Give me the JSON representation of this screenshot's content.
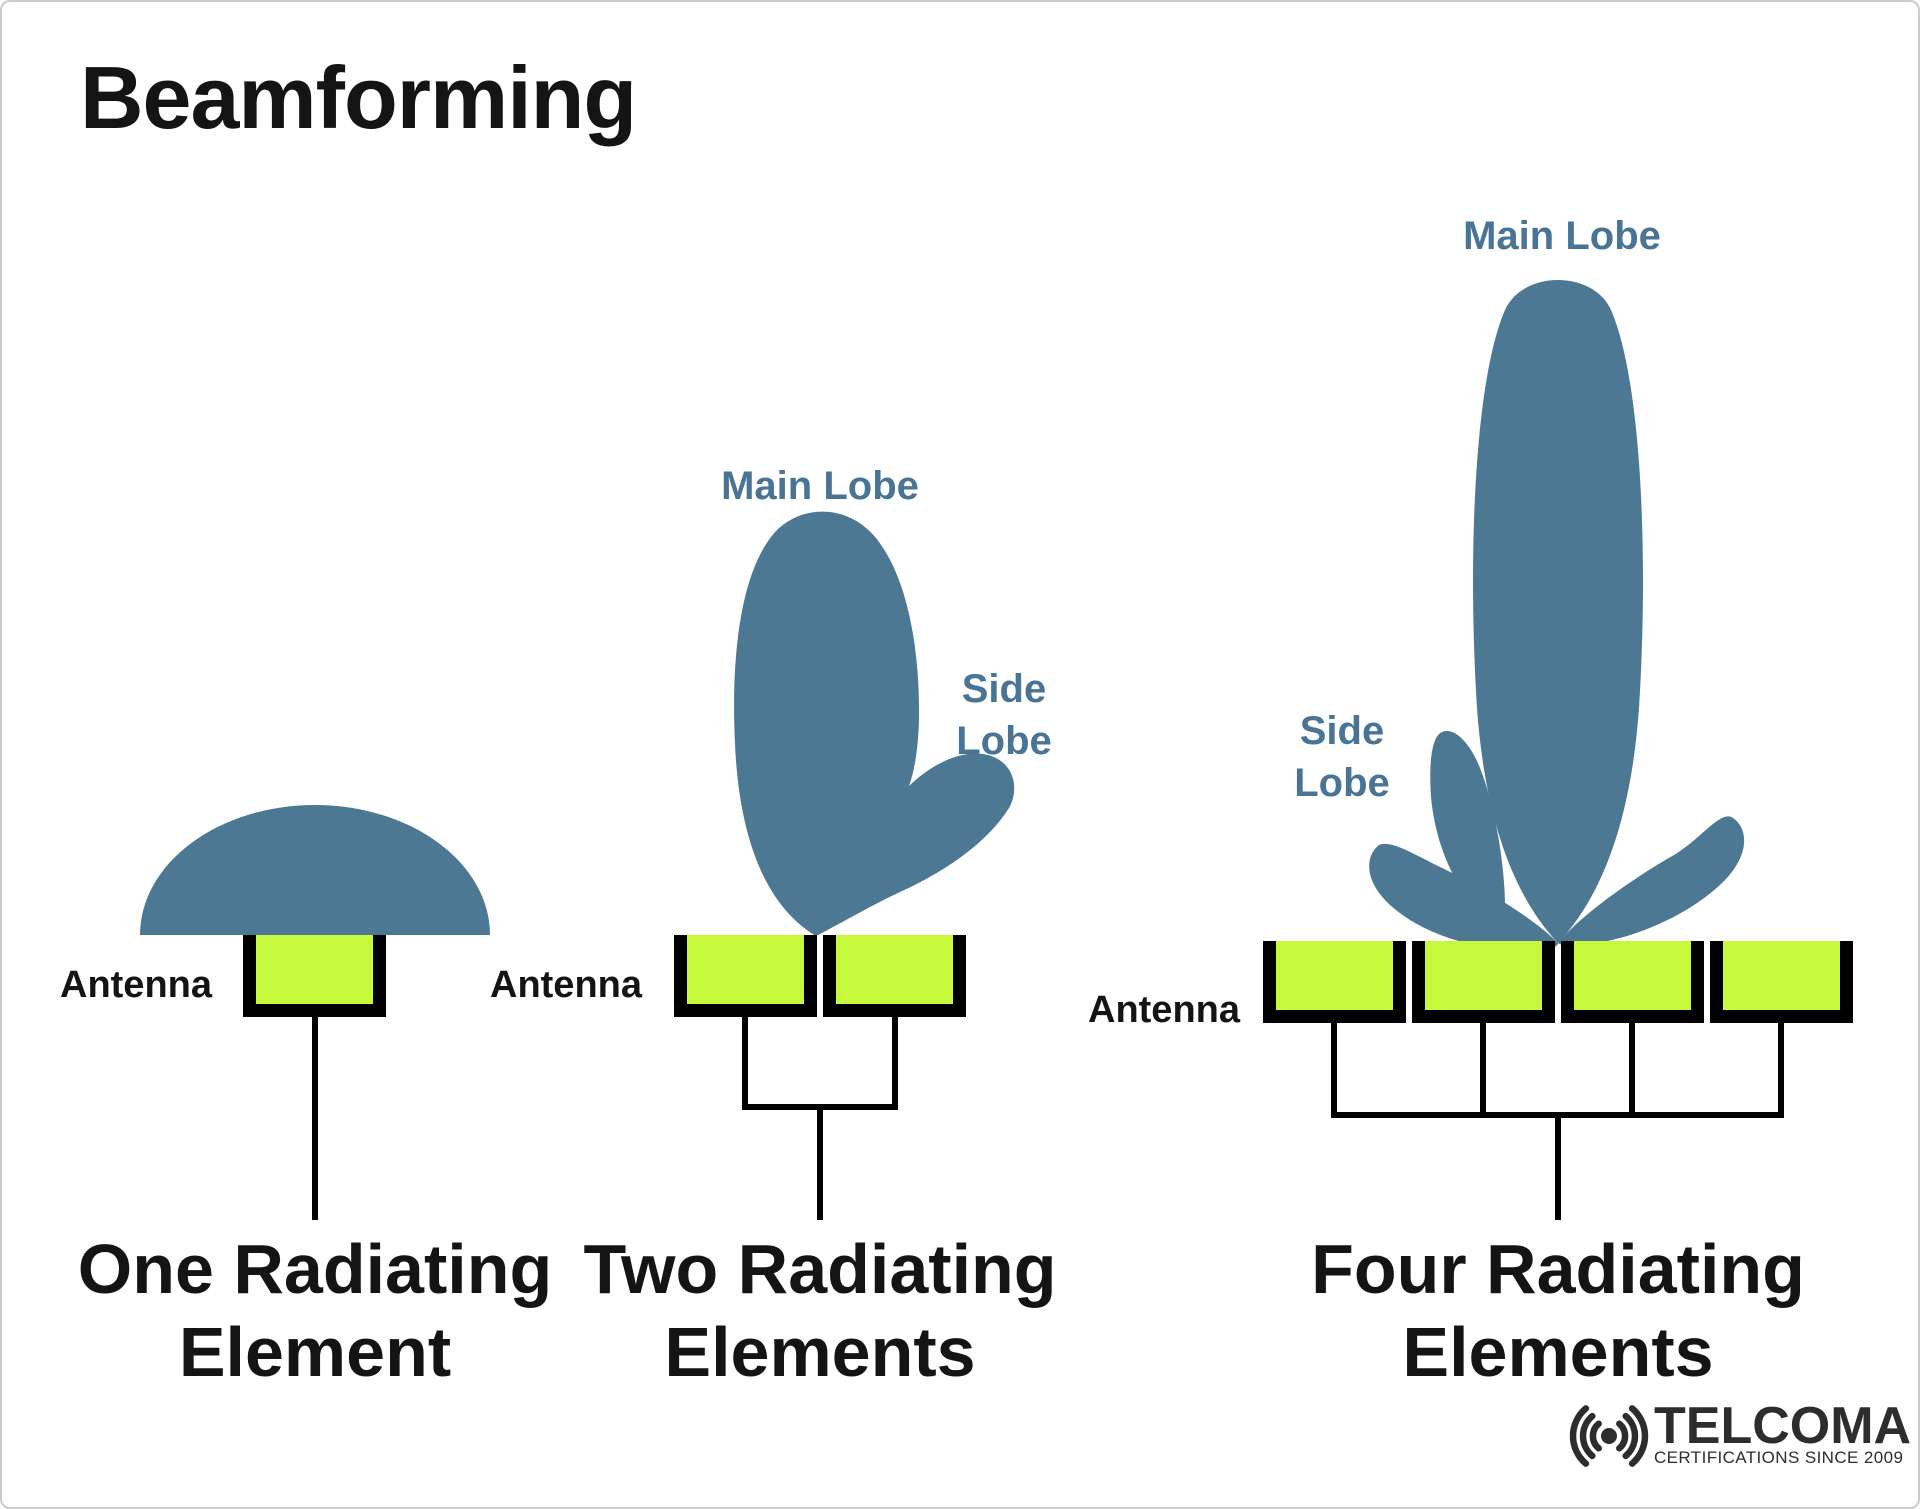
{
  "title": "Beamforming",
  "colors": {
    "lobe-blue": "#4D7893",
    "label-blue": "#4A7495",
    "element-green": "#C6F93C",
    "ink": "#141414",
    "wire-black": "#000000",
    "logo-ink": "#2E2D2C",
    "border-gray": "#CCCCCC"
  },
  "diagrams": {
    "one": {
      "antenna_label": "Antenna",
      "caption_line1": "One Radiating",
      "caption_line2": "Element"
    },
    "two": {
      "main_lobe_label": "Main Lobe",
      "side_lobe_line1": "Side",
      "side_lobe_line2": "Lobe",
      "antenna_label": "Antenna",
      "caption_line1": "Two Radiating",
      "caption_line2": "Elements"
    },
    "four": {
      "main_lobe_label": "Main Lobe",
      "side_lobe_line1": "Side",
      "side_lobe_line2": "Lobe",
      "antenna_label": "Antenna",
      "caption_line1": "Four Radiating",
      "caption_line2": "Elements"
    }
  },
  "logo": {
    "brand": "TELCOMA",
    "tagline": "CERTIFICATIONS SINCE 2009"
  }
}
